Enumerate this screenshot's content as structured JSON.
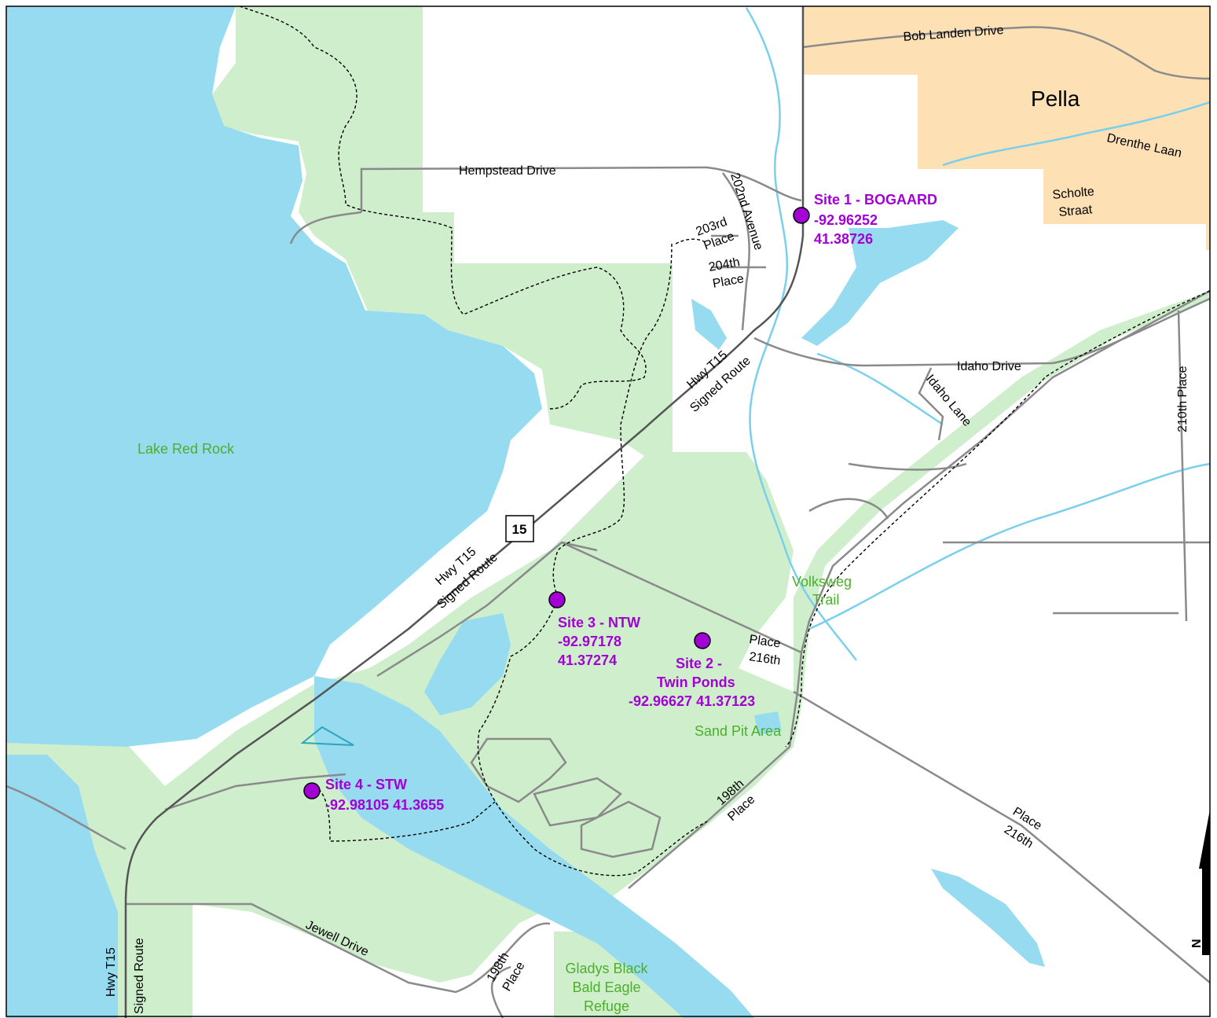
{
  "city": {
    "name": "Pella"
  },
  "water": {
    "lake_name": "Lake Red Rock"
  },
  "parks": {
    "volksweg": [
      "Volksweg",
      "Trail"
    ],
    "sand_pit": "Sand Pit Area",
    "refuge": [
      "Gladys Black",
      "Bald Eagle",
      "Refuge"
    ]
  },
  "roads": {
    "bob_landen": "Bob Landen Drive",
    "drenthe": "Drenthe Laan",
    "scholte": [
      "Scholte",
      "Straat"
    ],
    "hempstead": "Hempstead Drive",
    "ave_202nd": "202nd Avenue",
    "place_203rd": [
      "203rd",
      "Place"
    ],
    "place_204th": [
      "204th",
      "Place"
    ],
    "idaho_drive": "Idaho Drive",
    "idaho_lane": "Idaho Lane",
    "place_210th": "210th Place",
    "hwy_t15": [
      "Hwy T15",
      "Signed Route"
    ],
    "place_216th": [
      "Place",
      "216th"
    ],
    "place_198th": [
      "198th",
      "Place"
    ],
    "jewell": "Jewell Drive",
    "shield": "15"
  },
  "sites": [
    {
      "lines": [
        "Site 1 - BOGAARD",
        "-92.96252",
        "41.38726"
      ],
      "lon": -92.96252,
      "lat": 41.38726
    },
    {
      "lines": [
        "Site 2 -",
        "Twin Ponds",
        "-92.96627 41.37123"
      ],
      "lon": -92.96627,
      "lat": 41.37123
    },
    {
      "lines": [
        "Site 3 - NTW",
        "-92.97178",
        "41.37274"
      ],
      "lon": -92.97178,
      "lat": 41.37274
    },
    {
      "lines": [
        "Site 4 - STW",
        "-92.98105 41.3655"
      ],
      "lon": -92.98105,
      "lat": 41.3655
    }
  ],
  "north_arrow": {
    "label": "N"
  },
  "colors": {
    "water": "#97dbf0",
    "park": "#cfefcc",
    "urban": "#fde1b5",
    "site_marker": "#a300d6",
    "road": "#8a8a8a",
    "highway": "#555555",
    "park_label": "#4caf2a",
    "site_label": "#a300d6"
  }
}
